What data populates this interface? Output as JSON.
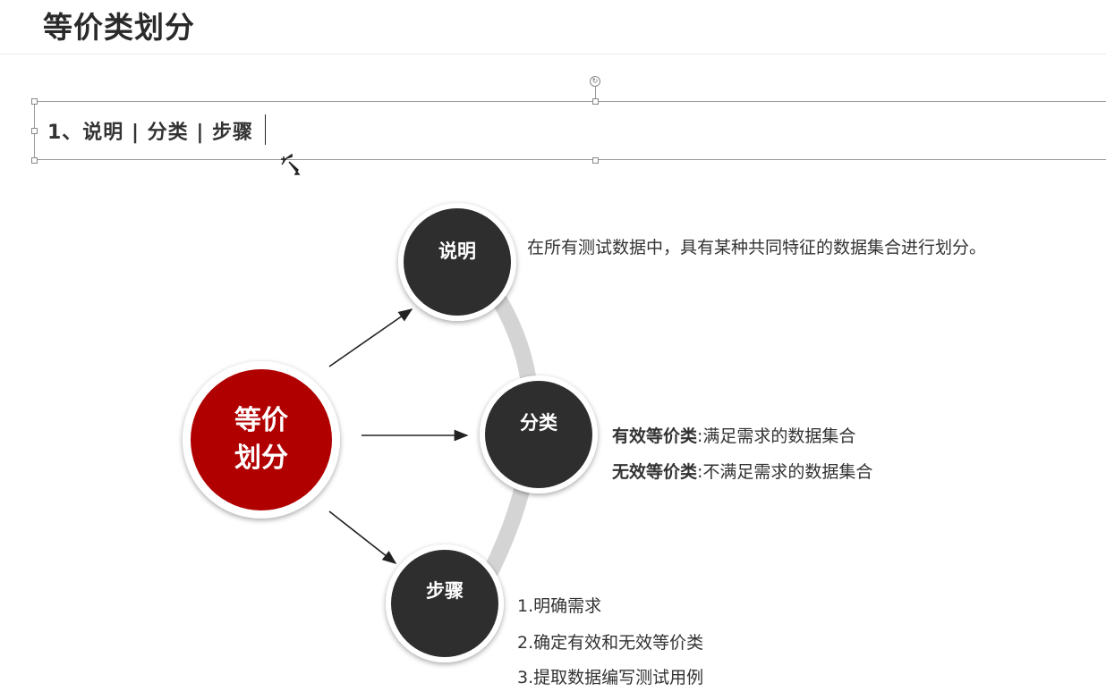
{
  "slide": {
    "title": "等价类划分"
  },
  "textbox": {
    "text": "1、说明 | 分类 | 步骤"
  },
  "diagram": {
    "center_line1": "等价",
    "center_line2": "划分",
    "nodes": {
      "explain": "说明",
      "classify": "分类",
      "steps": "步骤"
    },
    "explain_text": "在所有测试数据中，具有某种共同特征的数据集合进行划分。",
    "valid_label": "有效等价类",
    "valid_text": ":满足需求的数据集合",
    "invalid_label": "无效等价类",
    "invalid_text": ":不满足需求的数据集合",
    "steps_list": [
      "1.明确需求",
      "2.确定有效和无效等价类",
      "3.提取数据编写测试用例"
    ]
  },
  "colors": {
    "center_red": "#b00000",
    "node_dark": "#2f2f2f",
    "arc_gray": "#d4d4d4"
  },
  "icons": {
    "cursor": "move-cursor-icon",
    "rotate": "rotate-handle-icon"
  }
}
